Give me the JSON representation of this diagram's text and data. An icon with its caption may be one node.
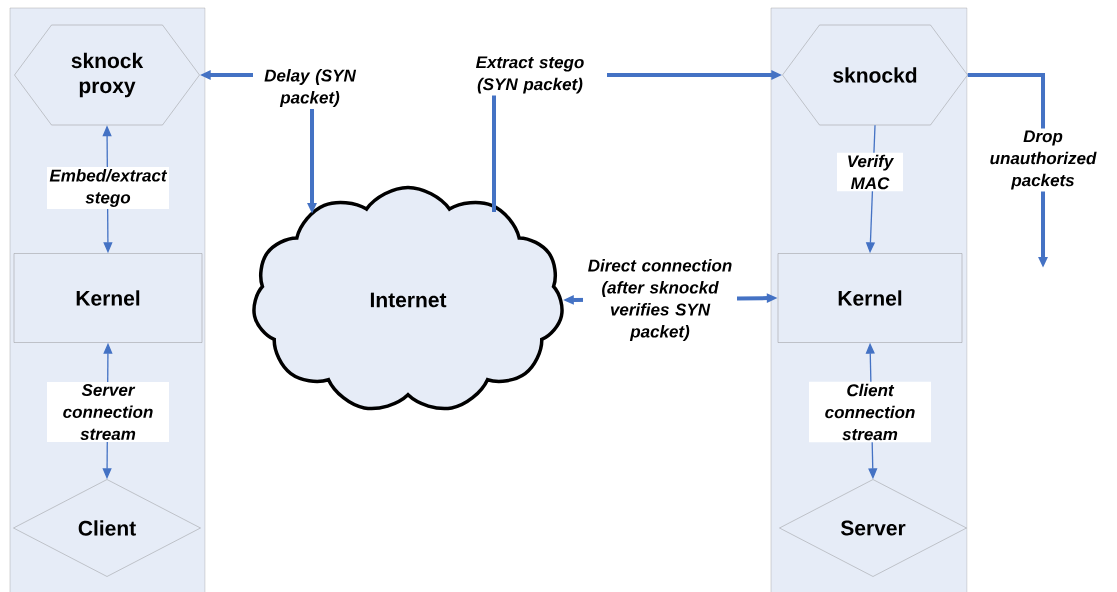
{
  "diagram": {
    "nodes": [
      {
        "text": [],
        "shape": "box"
      },
      {
        "text": [
          "sknock proxy"
        ],
        "in": 0
      },
      {
        "text": [
          "Kernel"
        ],
        "in": 0
      },
      {
        "text": [
          "Client"
        ],
        "in": 0
      },
      {
        "text": [
          "Internet"
        ]
      },
      {
        "text": [],
        "shape": "box"
      },
      {
        "text": [
          "sknockd"
        ],
        "in": 5
      },
      {
        "text": [
          "Kernel"
        ],
        "in": 5
      },
      {
        "text": [
          "Server"
        ],
        "in": 5
      }
    ],
    "edges": [
      {
        "from": 1,
        "to": 4,
        "arrow": "both",
        "label": "Delay (SYN packet)",
        "style": "thick"
      },
      {
        "from": 4,
        "to": 6,
        "arrow": "to",
        "label": "Extract stego (SYN packet)",
        "style": "thick"
      },
      {
        "from": 1,
        "to": 2,
        "arrow": "both",
        "label": "Embed/extract stego"
      },
      {
        "from": 6,
        "to": null,
        "arrow": "to",
        "label": "Drop unauthorized packets",
        "style": "thick"
      },
      {
        "from": 6,
        "to": 7,
        "arrow": "to",
        "label": "Verify MAC"
      },
      {
        "from": 4,
        "to": 7,
        "arrow": "both",
        "label": "Direct connection (after sknockd verifies SYN packet)",
        "style": "thick"
      },
      {
        "from": 2,
        "to": 3,
        "arrow": "both",
        "label": "Server connection stream"
      },
      {
        "from": 7,
        "to": 8,
        "arrow": "both",
        "label": "Client connection stream"
      }
    ]
  }
}
